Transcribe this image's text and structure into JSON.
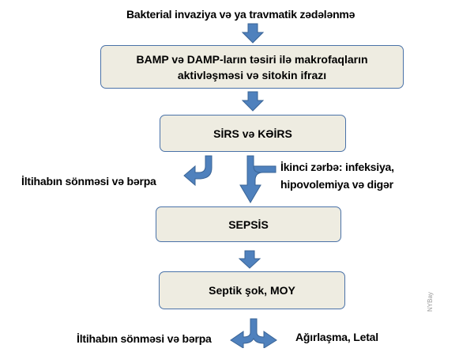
{
  "diagram": {
    "colors": {
      "box_fill": "#eeece1",
      "box_border": "#4a72a8",
      "arrow_fill": "#4f81bd",
      "arrow_stroke": "#3a6496"
    },
    "top_label": "Bakterial invaziya və ya  travmatik zədələnmə",
    "box_activation": {
      "line1": "BAMP və DAMP-ların təsiri ilə  makrofaqların",
      "line2": "aktivləşməsi və sitokin ifrazı"
    },
    "box_sirs": "SİRS və KƏİRS",
    "left_branch_label_1": "İltihabın sönməsi və bərpa",
    "second_hit": {
      "line1": "İkinci zərbə: infeksiya,",
      "line2": "hipovolemiya və digər"
    },
    "box_sepsis": "SEPSİS",
    "box_septic_shock": "Septik şok, MOY",
    "left_branch_label_2": "İltihabın sönməsi və bərpa",
    "right_branch_label": "Ağırlaşma, Letal",
    "watermark": "NYBay"
  }
}
